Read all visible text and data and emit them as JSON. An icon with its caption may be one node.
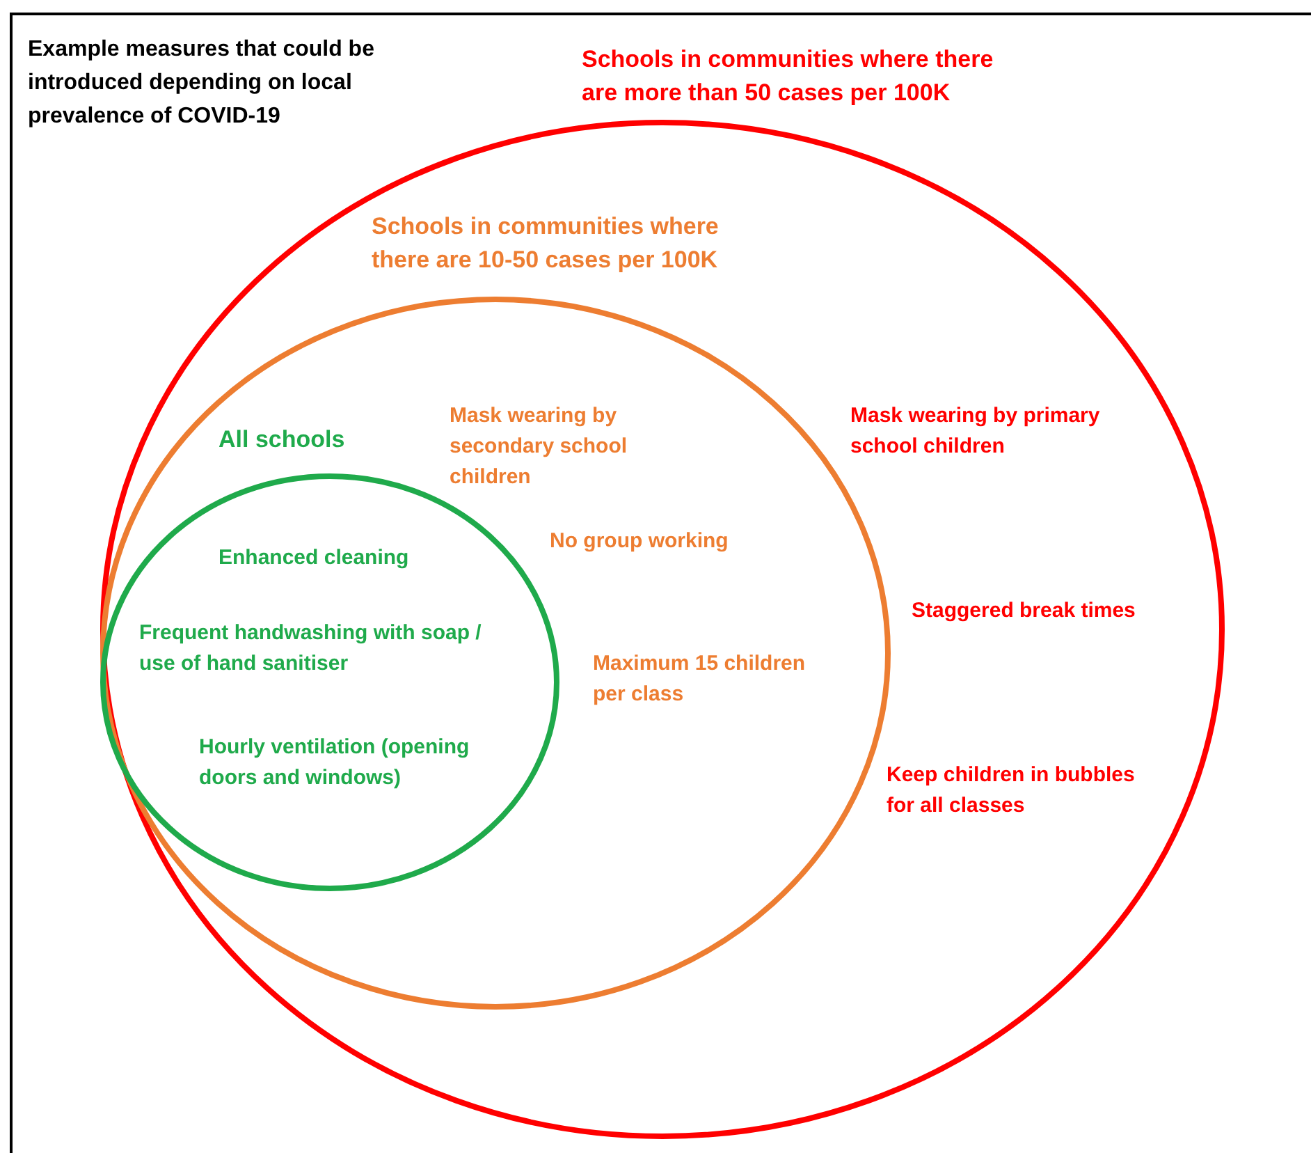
{
  "diagram": {
    "title": "Example measures that could be introduced depending on local prevalence of COVID-19",
    "nodes": [
      {
        "text": [
          "Schools in communities where there are more than 50 cases per 100K",
          "Mask wearing by primary school children",
          "Staggered break times",
          "Keep children in bubbles for all classes"
        ]
      },
      {
        "text": [
          "Schools in communities where there are 10-50 cases per 100K",
          "Mask wearing by secondary school children",
          "No group working",
          "Maximum 15 children per class"
        ],
        "in": 0
      },
      {
        "text": [
          "All schools",
          "Enhanced cleaning",
          "Frequent handwashing with soap / use of hand sanitiser",
          "Hourly ventilation (opening doors and windows)"
        ],
        "in": 1
      }
    ]
  }
}
